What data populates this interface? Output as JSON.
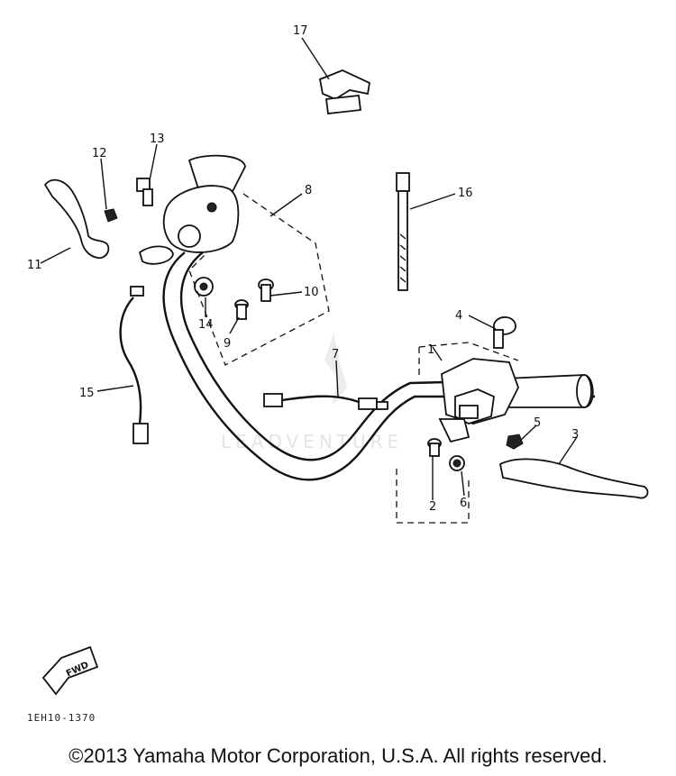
{
  "watermark": "LEADVENTURE",
  "drawing_code": "1EH10-1370",
  "copyright": "©2013 Yamaha Motor Corporation, U.S.A. All rights reserved.",
  "fwd_label": "FWD",
  "callouts": [
    "1",
    "2",
    "3",
    "4",
    "5",
    "6",
    "7",
    "8",
    "9",
    "10",
    "11",
    "12",
    "13",
    "14",
    "15",
    "16",
    "17"
  ]
}
